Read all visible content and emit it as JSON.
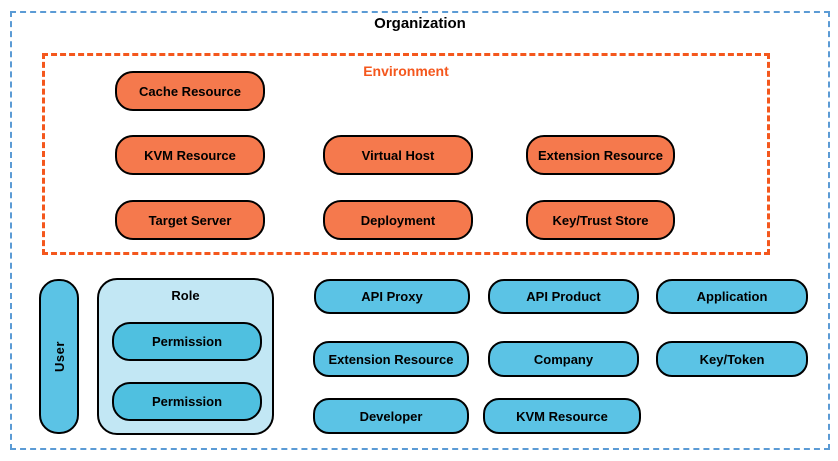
{
  "title": "Organization",
  "environment": {
    "label": "Environment",
    "boxes": [
      "Cache Resource",
      "KVM Resource",
      "Virtual Host",
      "Extension Resource",
      "Target Server",
      "Deployment",
      "Key/Trust Store"
    ]
  },
  "organization": {
    "user": "User",
    "role": {
      "label": "Role",
      "permissions": [
        "Permission",
        "Permission"
      ]
    },
    "boxes": [
      "API Proxy",
      "API Product",
      "Application",
      "Extension Resource",
      "Company",
      "Key/Token",
      "Developer",
      "KVM Resource"
    ]
  },
  "colors": {
    "frame_border": "#5B9BD5",
    "environment_border": "#F4571D",
    "environment_box_fill": "#F5794D",
    "org_box_fill": "#5BC3E5",
    "role_fill": "#C2E7F4",
    "permission_fill": "#4FC0E0",
    "box_border": "#000000"
  }
}
